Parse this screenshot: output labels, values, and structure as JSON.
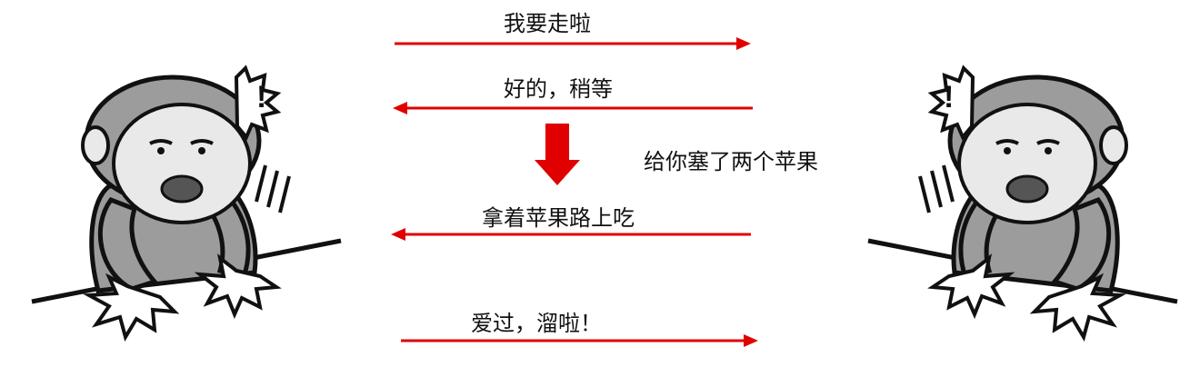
{
  "messages": {
    "m1": "我要走啦",
    "m2": "好的，稍等",
    "note": "给你塞了两个苹果",
    "m3": "拿着苹果路上吃",
    "m4": "爱过，溜啦！"
  },
  "figures": {
    "left": {
      "expression": "shocked",
      "exclaim": "!"
    },
    "right": {
      "expression": "shocked",
      "exclaim": "!"
    }
  },
  "colors": {
    "arrow": "#e00000",
    "figure_gray": "#9c9c9c",
    "face": "#e9e9e9",
    "ink": "#111111"
  }
}
